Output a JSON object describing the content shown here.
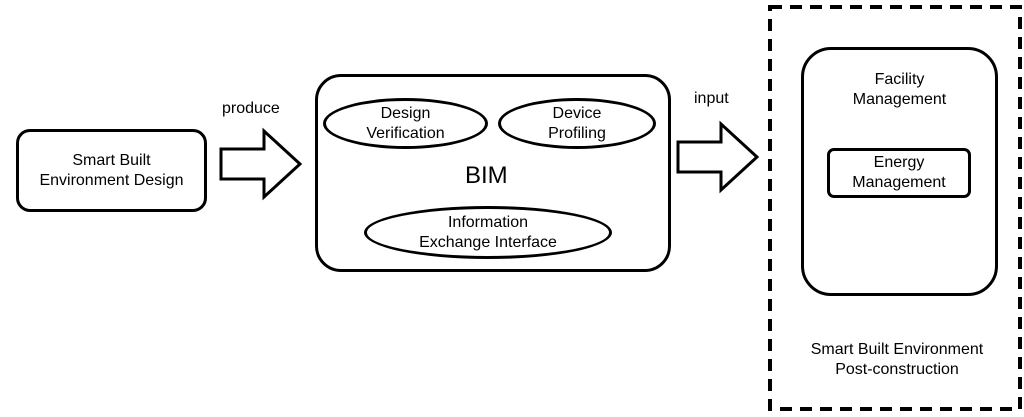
{
  "design": {
    "line1": "Smart Built",
    "line2": "Environment Design"
  },
  "arrow1": {
    "label": "produce"
  },
  "bim": {
    "title": "BIM",
    "design_verification": {
      "line1": "Design",
      "line2": "Verification"
    },
    "device_profiling": {
      "line1": "Device",
      "line2": "Profiling"
    },
    "info_exchange": {
      "line1": "Information",
      "line2": "Exchange Interface"
    }
  },
  "arrow2": {
    "label": "input"
  },
  "post": {
    "facility": {
      "line1": "Facility",
      "line2": "Management"
    },
    "energy": {
      "line1": "Energy",
      "line2": "Management"
    },
    "caption": {
      "line1": "Smart Built Environment",
      "line2": "Post-construction"
    }
  }
}
